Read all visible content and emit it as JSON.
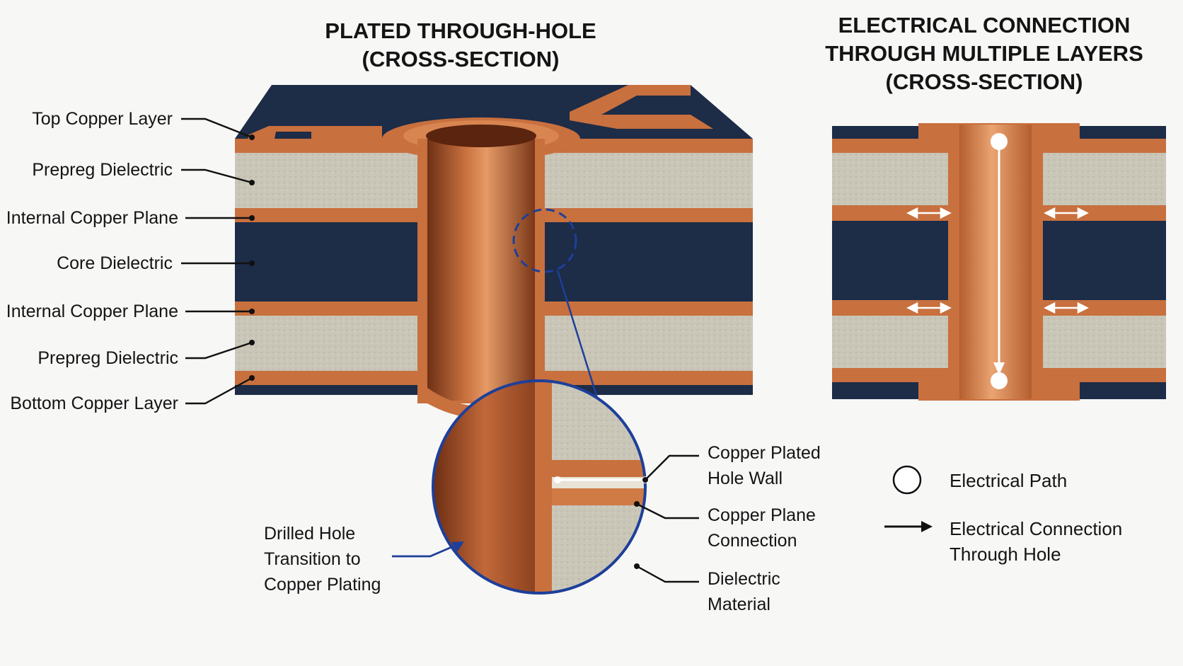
{
  "titles": {
    "left_line1": "PLATED THROUGH-HOLE",
    "left_line2": "(CROSS-SECTION)",
    "right_line1": "ELECTRICAL CONNECTION",
    "right_line2": "THROUGH MULTIPLE LAYERS",
    "right_line3": "(CROSS-SECTION)"
  },
  "layer_labels": [
    "Top Copper Layer",
    "Prepreg Dielectric",
    "Internal Copper Plane",
    "Core Dielectric",
    "Internal Copper Plane",
    "Prepreg Dielectric",
    "Bottom Copper Layer"
  ],
  "detail_labels": {
    "drilled_line1": "Drilled Hole",
    "drilled_line2": "Transition to",
    "drilled_line3": "Copper Plating",
    "hole_wall_line1": "Copper Plated",
    "hole_wall_line2": "Hole Wall",
    "plane_conn_line1": "Copper Plane",
    "plane_conn_line2": "Connection",
    "dielectric_line1": "Dielectric",
    "dielectric_line2": "Material"
  },
  "legend": {
    "path_label": "Electrical Path",
    "connection_line1": "Electrical Connection",
    "connection_line2": "Through Hole"
  },
  "colors": {
    "copper": "#c8703e",
    "copper_light": "#e59a66",
    "copper_dark": "#8e4420",
    "core": "#1d2c47",
    "prepreg": "#c9c6b8",
    "accent_blue": "#1e3f9a"
  }
}
